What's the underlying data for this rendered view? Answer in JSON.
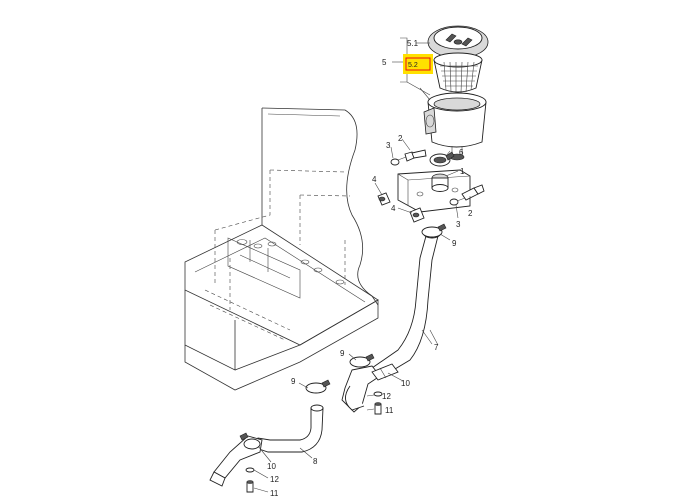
{
  "colors": {
    "highlight": "#ffe100",
    "highlight_box": "#e81010",
    "line": "#333333",
    "paper": "#ffffff"
  },
  "labels": {
    "p5_1": "5.1",
    "p5_2": "5.2",
    "p5": "5",
    "p2_top": "2",
    "p3_top": "3",
    "p6": "6",
    "p1": "1",
    "p4_a": "4",
    "p4_b": "4",
    "p2_right": "2",
    "p3_right": "3",
    "p9_top": "9",
    "p7": "7",
    "p9_mid": "9",
    "p9_left": "9",
    "p10_mid": "10",
    "p12_mid": "12",
    "p11_mid": "11",
    "p10_bottom": "10",
    "p8": "8",
    "p12_bottom": "12",
    "p11_bottom": "11"
  }
}
